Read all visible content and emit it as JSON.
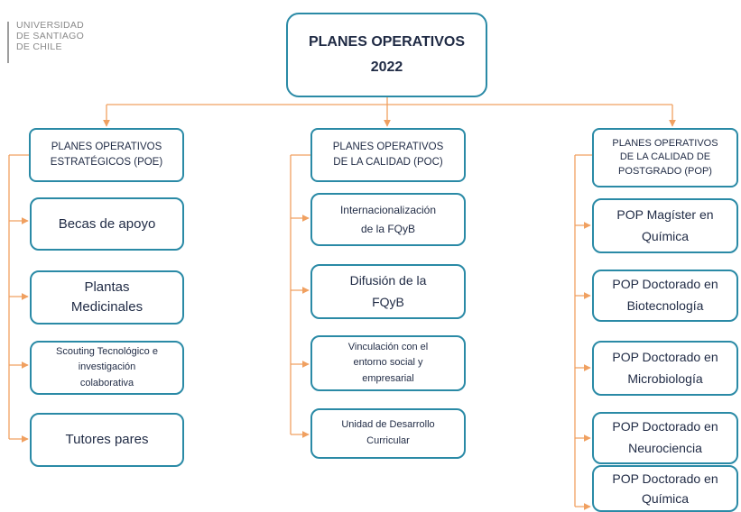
{
  "logo": {
    "lines": [
      "UNIVERSIDAD",
      "DE SANTIAGO",
      "DE CHILE"
    ]
  },
  "title": {
    "line1": "PLANES OPERATIVOS",
    "line2": "2022"
  },
  "columns": [
    {
      "header": [
        "PLANES OPERATIVOS",
        "ESTRATÉGICOS (POE)"
      ],
      "items": [
        [
          "Becas de apoyo"
        ],
        [
          "Plantas",
          "Medicinales"
        ],
        [
          "Scouting Tecnológico e",
          "investigación",
          "colaborativa"
        ],
        [
          "Tutores pares"
        ]
      ]
    },
    {
      "header": [
        "PLANES OPERATIVOS",
        "DE LA CALIDAD (POC)"
      ],
      "items": [
        [
          "Internacionalización",
          "de la FQyB"
        ],
        [
          "Difusión de la",
          "FQyB"
        ],
        [
          "Vinculación con el",
          "entorno social y",
          "empresarial"
        ],
        [
          "Unidad de Desarrollo",
          "Curricular"
        ]
      ]
    },
    {
      "header": [
        "PLANES OPERATIVOS",
        "DE LA CALIDAD DE",
        "POSTGRADO (POP)"
      ],
      "items": [
        [
          "POP Magíster en",
          "Química"
        ],
        [
          "POP Doctorado en",
          "Biotecnología"
        ],
        [
          "POP Doctorado en",
          "Microbiología"
        ],
        [
          "POP Doctorado en",
          "Neurociencia"
        ],
        [
          "POP Doctorado en",
          "Química"
        ]
      ]
    }
  ],
  "colors": {
    "box_border": "#2a8aa6",
    "connector": "#f0a060",
    "text": "#1f2a44"
  }
}
